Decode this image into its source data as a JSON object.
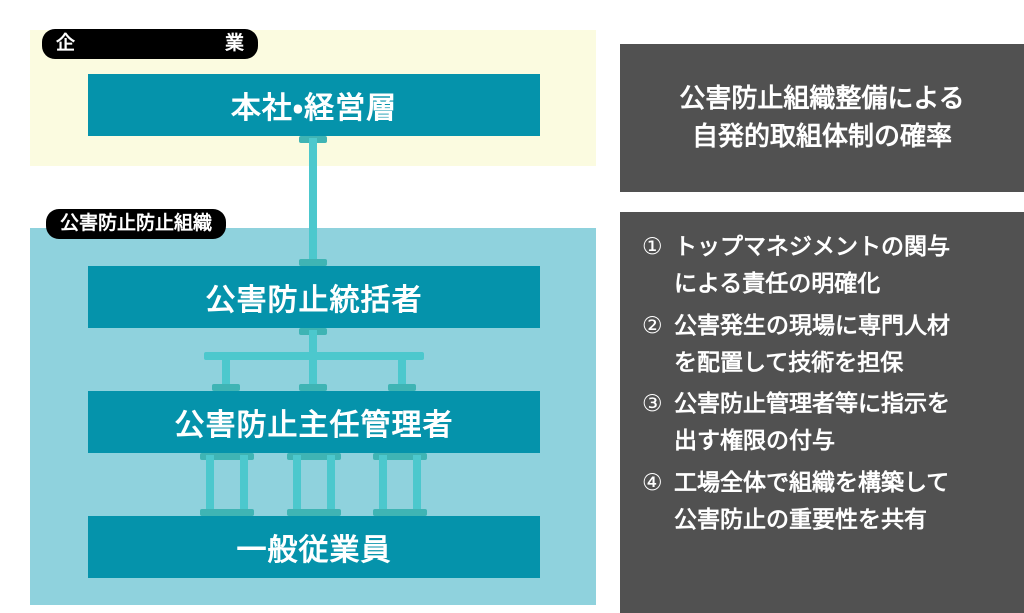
{
  "diagram": {
    "zones": [
      {
        "id": "enterprise",
        "label_full": "企　業",
        "label_a": "企",
        "label_b": "業",
        "bg": "#fbfbe0"
      },
      {
        "id": "pollution",
        "label_full": "公害防止防止組織",
        "bg": "#8fd2dd"
      }
    ],
    "nodes": [
      {
        "id": "hq",
        "label": "本社・経営層"
      },
      {
        "id": "general",
        "label": "公害防止統括者"
      },
      {
        "id": "chief",
        "label": "公害防止主任管理者"
      },
      {
        "id": "employee",
        "label": "一般従業員"
      }
    ],
    "colors": {
      "node_fill": "#0593ab",
      "node_text": "#ffffff",
      "connector": "#4cc8cd",
      "connector_cap": "#3fb4b4",
      "zone_enterprise": "#fbfbe0",
      "zone_pollution": "#8fd2dd",
      "label_badge": "#000000"
    }
  },
  "panel": {
    "header": {
      "line1": "公害防止組織整備による",
      "line2": "自発的取組体制の確率",
      "bg": "#515151"
    },
    "items": [
      {
        "num": "①",
        "line1": "トップマネジメントの関与",
        "line2": "による責任の明確化"
      },
      {
        "num": "②",
        "line1": "公害発生の現場に専門人材",
        "line2": "を配置して技術を担保"
      },
      {
        "num": "③",
        "line1": "公害防止管理者等に指示を",
        "line2": "出す権限の付与"
      },
      {
        "num": "④",
        "line1": "工場全体で組織を構築して",
        "line2": "公害防止の重要性を共有"
      }
    ]
  }
}
